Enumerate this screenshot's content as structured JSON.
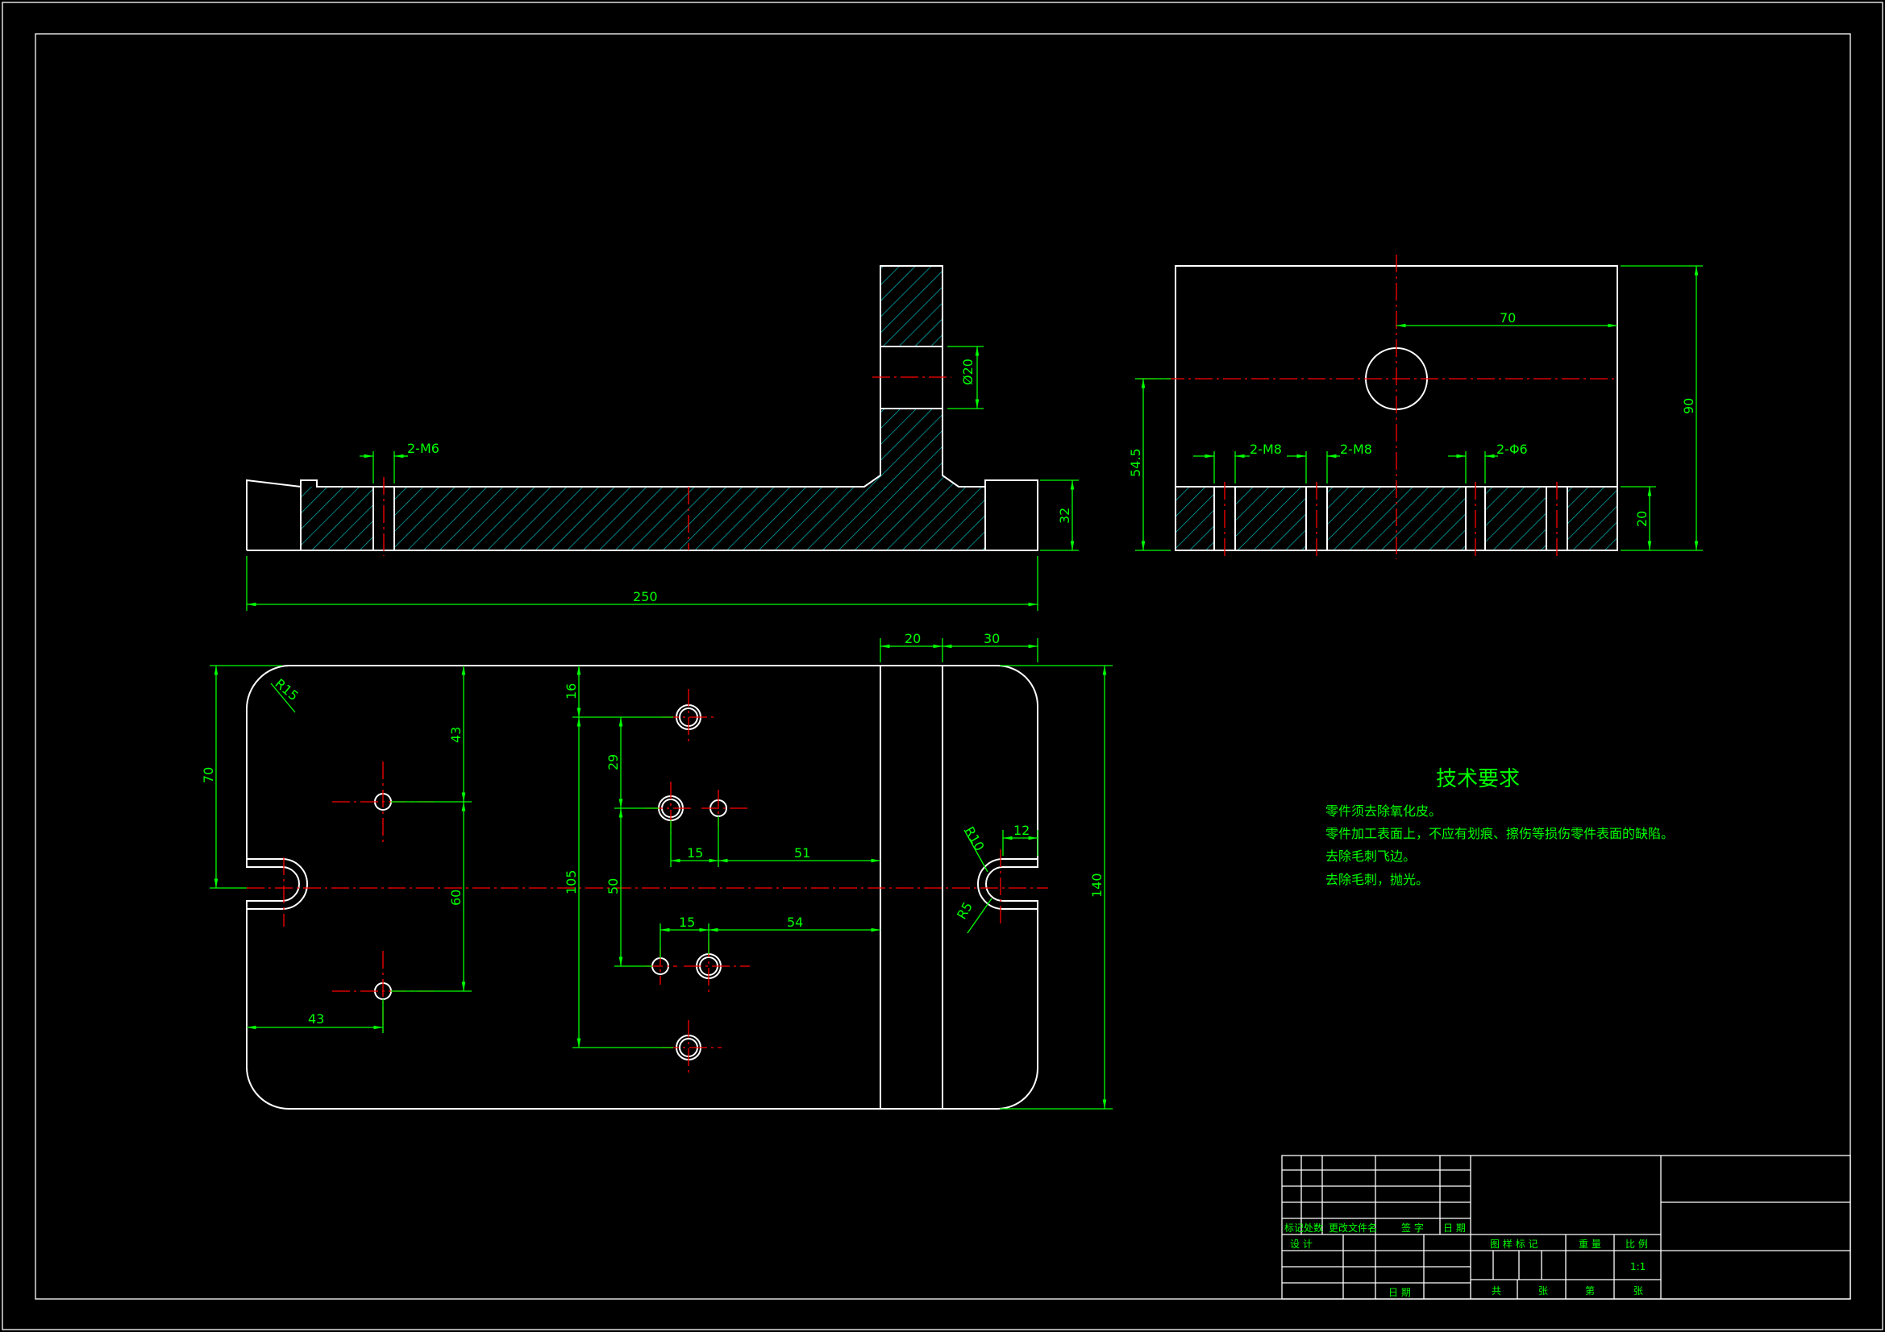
{
  "drawing": {
    "dimensions": {
      "front_top_thread": "2-M6",
      "front_bore": "Ø20",
      "front_height": "32",
      "front_length": "250",
      "side_hole_offset": "70",
      "side_height": "90",
      "side_center_height": "54.5",
      "side_thread_a": "2-M8",
      "side_thread_b": "2-M8",
      "side_hole_c": "2-Φ6",
      "side_base": "20",
      "plan_width_a": "20",
      "plan_width_b": "30",
      "plan_corner_radius": "R15",
      "plan_half_height": "70",
      "plan_offset_43": "43",
      "plan_pitch_60": "60",
      "plan_bottom_43": "43",
      "plan_top_16": "16",
      "plan_span_105": "105",
      "plan_pitch_29": "29",
      "plan_pitch_50": "50",
      "plan_gap_15a": "15",
      "plan_dist_51": "51",
      "plan_gap_15b": "15",
      "plan_dist_54": "54",
      "plan_slot_r10": "R10",
      "plan_slot_r5": "R5",
      "plan_slot_12": "12",
      "plan_total_height": "140"
    },
    "tech_requirements": {
      "title": "技术要求",
      "items": [
        "零件须去除氧化皮。",
        "零件加工表面上，不应有划痕、擦伤等损伤零件表面的缺陷。",
        "去除毛刺飞边。",
        "去除毛刺，抛光。"
      ]
    },
    "title_block": {
      "rev_mark": "标记",
      "rev_count": "处数",
      "rev_doc": "更改文件名",
      "rev_sign": "签 字",
      "rev_date": "日 期",
      "design": "设 计",
      "date": "日 期",
      "stage_mark": "图 样 标 记",
      "weight": "重 量",
      "scale": "比 例",
      "scale_value": "1:1",
      "total": "共",
      "sheets": "张",
      "sheet_no": "第",
      "sheet": "张"
    },
    "colors": {
      "background": "#000000",
      "outline": "#ffffff",
      "dimension": "#00ff00",
      "centerline": "#ff0000",
      "hatch": "#00c8c8"
    }
  }
}
